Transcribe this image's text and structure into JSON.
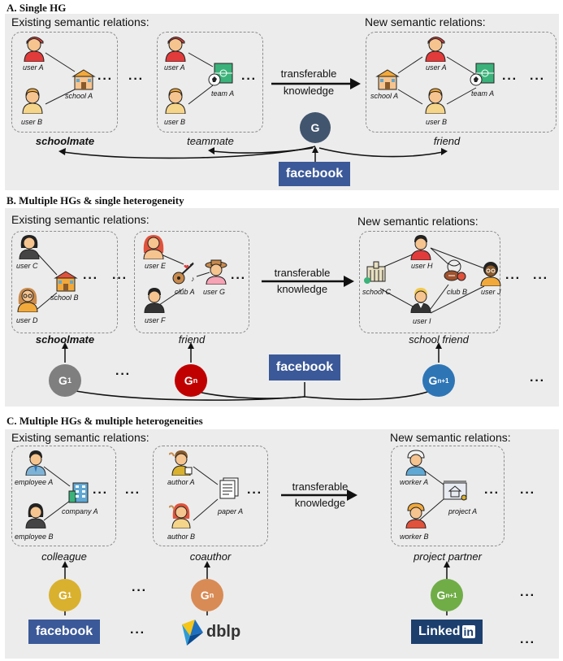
{
  "sections": {
    "a": {
      "title": "A. Single HG",
      "existing_label": "Existing semantic relations:",
      "new_label": "New semantic relations:",
      "transfer": [
        "transferable",
        "knowledge"
      ],
      "box1": {
        "user_a": "user A",
        "user_b": "user B",
        "school": "school A",
        "caption": "schoolmate"
      },
      "box2": {
        "user_a": "user A",
        "user_b": "user B",
        "team": "team A",
        "caption": "teammate"
      },
      "box3": {
        "school": "school A",
        "user_a": "user A",
        "user_b": "user B",
        "team": "team A",
        "caption": "friend"
      },
      "node": "G",
      "source": "facebook"
    },
    "b": {
      "title": "B. Multiple HGs & single heterogeneity",
      "existing_label": "Existing semantic relations:",
      "new_label": "New semantic relations:",
      "transfer": [
        "transferable",
        "knowledge"
      ],
      "box1": {
        "user_c": "user C",
        "user_d": "user D",
        "school": "school B",
        "caption": "schoolmate"
      },
      "box2": {
        "user_e": "user E",
        "user_f": "user F",
        "user_g": "user G",
        "club": "club A",
        "caption": "friend"
      },
      "box3": {
        "user_h": "user H",
        "user_i": "user I",
        "user_j": "user J",
        "school": "school C",
        "club": "club B",
        "caption": "school friend"
      },
      "nodes": [
        {
          "label": "G",
          "sub": "1",
          "color": "#7f7f7f"
        },
        {
          "label": "G",
          "sub": "n",
          "color": "#c00000"
        },
        {
          "label": "G",
          "sub": "n+1",
          "color": "#2e75b6"
        }
      ],
      "source": "facebook"
    },
    "c": {
      "title": "C. Multiple HGs & multiple heterogeneities",
      "existing_label": "Existing semantic relations:",
      "new_label": "New semantic relations:",
      "transfer": [
        "transferable",
        "knowledge"
      ],
      "box1": {
        "employee_a": "employee A",
        "employee_b": "employee B",
        "company": "company A",
        "caption": "colleague"
      },
      "box2": {
        "author_a": "author A",
        "author_b": "author B",
        "paper": "paper A",
        "caption": "coauthor"
      },
      "box3": {
        "worker_a": "worker A",
        "worker_b": "worker B",
        "project": "project A",
        "caption": "project partner"
      },
      "nodes": [
        {
          "label": "G",
          "sub": "1",
          "color": "#d9b12f"
        },
        {
          "label": "G",
          "sub": "n",
          "color": "#d98b55"
        },
        {
          "label": "G",
          "sub": "n+1",
          "color": "#70ad47"
        }
      ],
      "sources": [
        "facebook",
        "dblp",
        "Linked",
        "in"
      ]
    }
  },
  "ellipsis": "···",
  "colors": {
    "facebook": "#3b5998",
    "linkedin": "#0a66c2",
    "panel": "#ececec"
  }
}
